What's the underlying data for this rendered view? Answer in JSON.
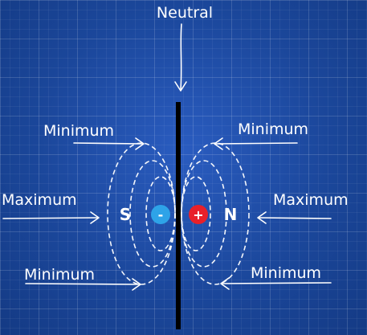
{
  "labels": {
    "neutral": "Neutral",
    "top_left": "Minimum",
    "top_right": "Minimum",
    "left": "Maximum",
    "right": "Maximum",
    "bottom_left": "Minimum",
    "bottom_right": "Minimum",
    "south_pole": "S",
    "north_pole": "N",
    "negative_sign": "-",
    "positive_sign": "+"
  },
  "colors": {
    "background": "#1d4aa0",
    "negative_charge": "#2ea3e8",
    "positive_charge": "#e8202a",
    "lines": "#ffffff",
    "conductor": "#000000"
  }
}
